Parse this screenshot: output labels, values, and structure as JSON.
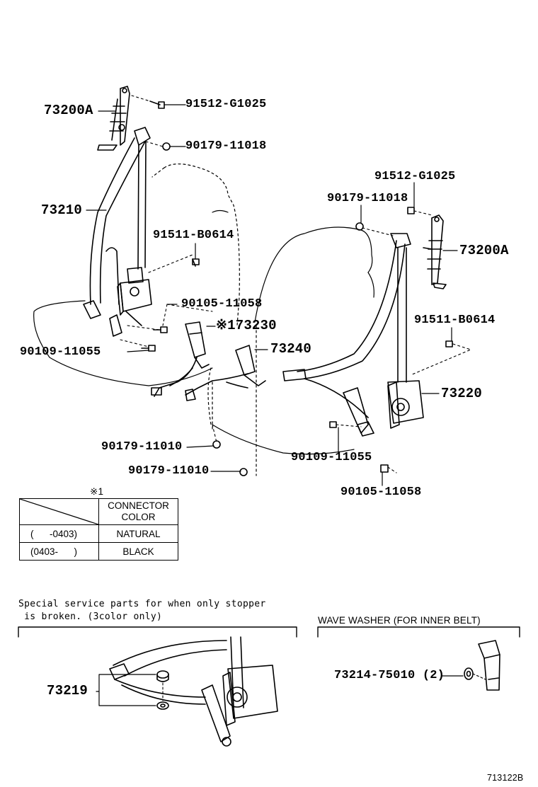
{
  "labels": {
    "p73200A_left": "73200A",
    "p91512_top": "91512-G1025",
    "p90179_11018_top": "90179-11018",
    "p73210": "73210",
    "p91511_left": "91511-B0614",
    "p90105_left": "90105-11058",
    "p73230": "※173230",
    "p90109_left": "90109-11055",
    "p73240": "73240",
    "p91512_right": "91512-G1025",
    "p90179_11018_right": "90179-11018",
    "p73200A_right": "73200A",
    "p91511_right": "91511-B0614",
    "p73220": "73220",
    "p90179_11010_a": "90179-11010",
    "p90179_11010_b": "90179-11010",
    "p90109_right": "90109-11055",
    "p90105_right": "90105-11058",
    "p73219": "73219",
    "p73214": "73214-75010 (2)"
  },
  "connector_table": {
    "mark": "※1",
    "header": "CONNECTOR COLOR",
    "rows": [
      {
        "period": "(      -0403)",
        "color": "NATURAL"
      },
      {
        "period": "(0403-      )",
        "color": "BLACK"
      }
    ]
  },
  "notes": {
    "special_service_line1": "Special service parts for when only stopper",
    "special_service_line2": " is broken. (3color only)",
    "wave_washer": "WAVE WASHER (FOR INNER BELT)"
  },
  "footer": {
    "diagram_id": "713122B"
  }
}
